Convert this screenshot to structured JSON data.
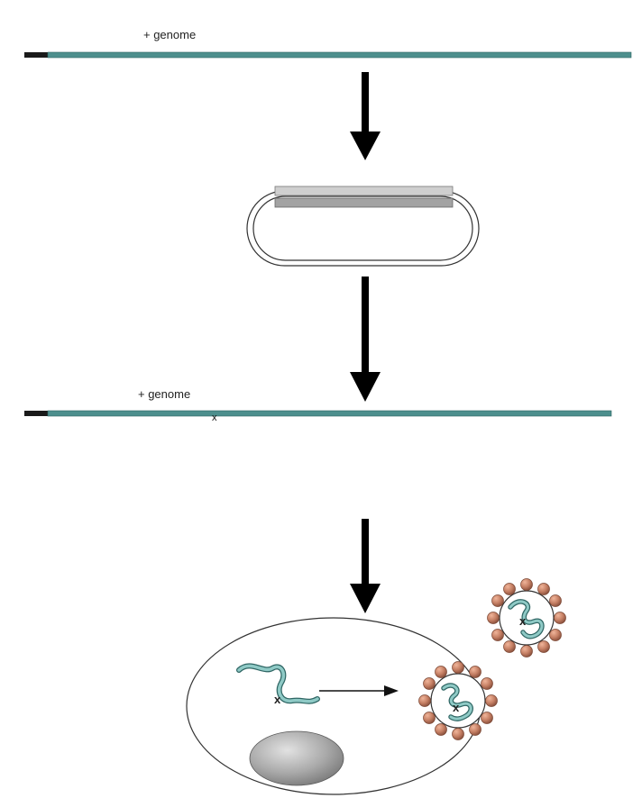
{
  "labels": {
    "top_genome": "+ genome",
    "mutant_genome": "+ genome",
    "mutation_mark": "x"
  },
  "colors": {
    "genome_strand": "#4d8f8d",
    "genome_end": "#1a1a1a",
    "plasmid_insert_light": "#c8c8c8",
    "plasmid_insert_dark": "#9a9a9a",
    "capsid_bead": "#c47e63",
    "nucleus": "#a9a9a9",
    "arrow": "#000000"
  },
  "icons": {
    "flow_arrow": "down-arrow-icon",
    "plasmid": "plasmid-icon",
    "cell": "cell-icon",
    "virion": "virion-icon",
    "nucleus": "nucleus-icon"
  }
}
